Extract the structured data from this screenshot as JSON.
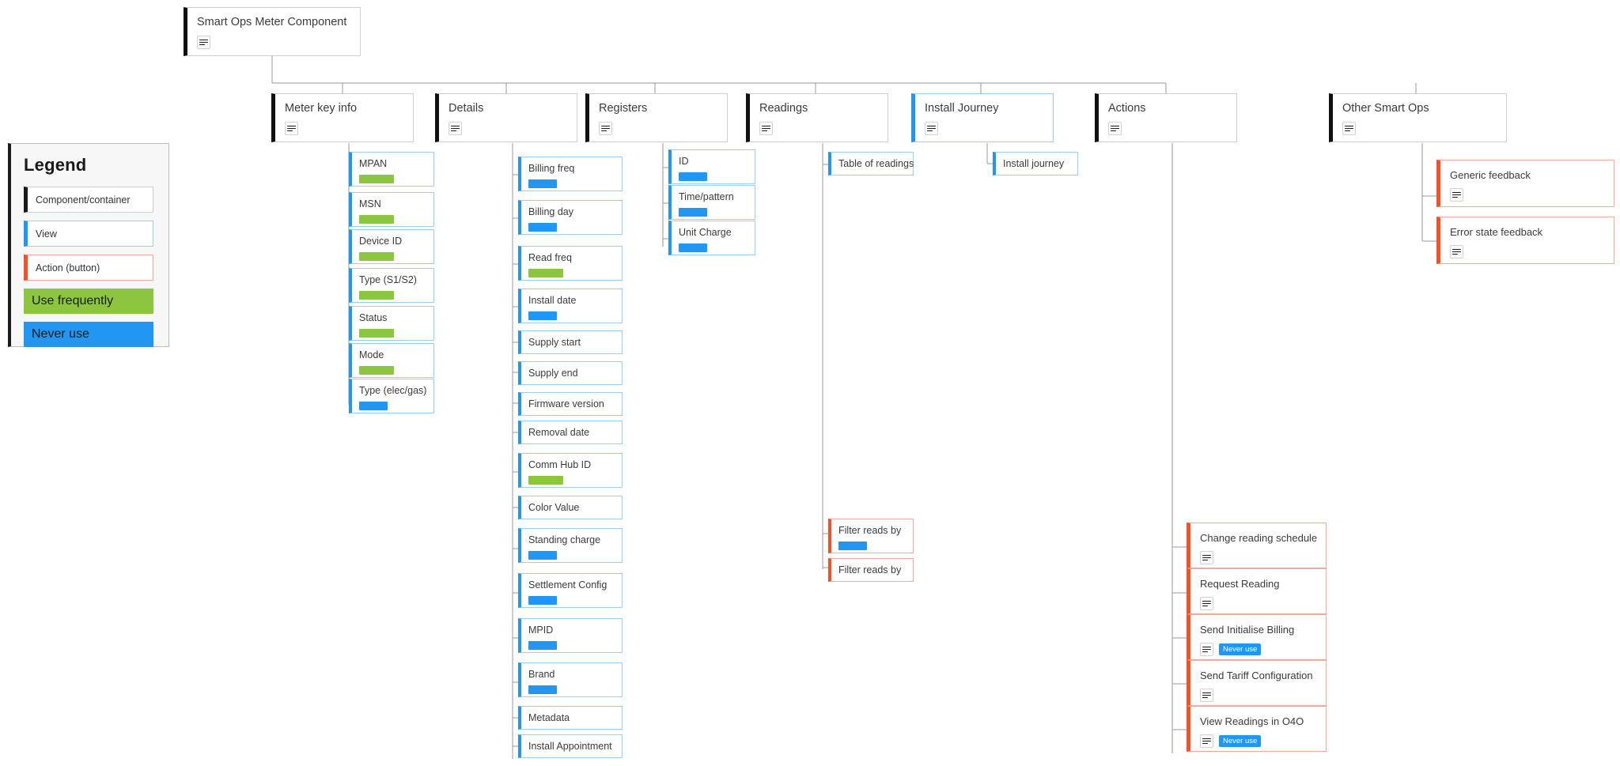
{
  "legend": {
    "title": "Legend",
    "items": [
      {
        "label": "Component/container",
        "style": "component"
      },
      {
        "label": "View",
        "style": "view"
      },
      {
        "label": "Action (button)",
        "style": "action"
      },
      {
        "label": "Use frequently",
        "style": "solid-green"
      },
      {
        "label": "Never use",
        "style": "solid-blue"
      }
    ]
  },
  "icons": {
    "doc": "document-lines-icon"
  },
  "colors": {
    "component_rail": "#101010",
    "view_rail": "#2196f3",
    "action_rail": "#f4502a",
    "use_frequently": "#8cc63e",
    "never_use": "#2196f3",
    "wire": "#9a9a9a"
  },
  "root": {
    "title": "Smart Ops Meter Component",
    "type": "component",
    "has_doc_icon": true
  },
  "branches": [
    {
      "title": "Meter key info",
      "type": "component",
      "has_doc_icon": true,
      "children": [
        {
          "label": "MPAN",
          "type": "view",
          "tag": "green"
        },
        {
          "label": "MSN",
          "type": "view",
          "tag": "green"
        },
        {
          "label": "Device ID",
          "type": "view",
          "tag": "green"
        },
        {
          "label": "Type (S1/S2)",
          "type": "view",
          "tag": "green"
        },
        {
          "label": "Status",
          "type": "view",
          "tag": "green"
        },
        {
          "label": "Mode",
          "type": "view",
          "tag": "green"
        },
        {
          "label": "Type (elec/gas)",
          "type": "view",
          "tag": "blue"
        }
      ]
    },
    {
      "title": "Details",
      "type": "component",
      "has_doc_icon": true,
      "children": [
        {
          "label": "Billing freq",
          "type": "view",
          "tag": "blue"
        },
        {
          "label": "Billing day",
          "type": "view",
          "tag": "blue"
        },
        {
          "label": "Read freq",
          "type": "view",
          "tag": "green"
        },
        {
          "label": "Install date",
          "type": "view",
          "tag": "blue"
        },
        {
          "label": "Supply start",
          "type": "view",
          "tag": null
        },
        {
          "label": "Supply end",
          "type": "view",
          "tag": null
        },
        {
          "label": "Firmware version",
          "type": "view",
          "tag": null
        },
        {
          "label": "Removal date",
          "type": "view",
          "tag": null
        },
        {
          "label": "Comm Hub ID",
          "type": "view",
          "tag": "green"
        },
        {
          "label": "Color Value",
          "type": "view",
          "tag": null
        },
        {
          "label": "Standing charge",
          "type": "view",
          "tag": "blue"
        },
        {
          "label": "Settlement Config",
          "type": "view",
          "tag": "blue"
        },
        {
          "label": "MPID",
          "type": "view",
          "tag": "blue"
        },
        {
          "label": "Brand",
          "type": "view",
          "tag": "blue"
        },
        {
          "label": "Metadata",
          "type": "view",
          "tag": null
        },
        {
          "label": "Install Appointment",
          "type": "view",
          "tag": null
        }
      ]
    },
    {
      "title": "Registers",
      "type": "component",
      "has_doc_icon": true,
      "children": [
        {
          "label": "ID",
          "type": "view",
          "tag": "blue"
        },
        {
          "label": "Time/pattern",
          "type": "view",
          "tag": "blue"
        },
        {
          "label": "Unit Charge",
          "type": "view",
          "tag": "blue"
        }
      ]
    },
    {
      "title": "Readings",
      "type": "component",
      "has_doc_icon": true,
      "children": [
        {
          "label": "Table of readings",
          "type": "view",
          "tag": null
        },
        {
          "label": "Filter reads by",
          "type": "action",
          "tag": "blue"
        },
        {
          "label": "Filter reads by",
          "type": "action",
          "tag": null
        }
      ]
    },
    {
      "title": "Install Journey",
      "type": "view",
      "has_doc_icon": true,
      "children": [
        {
          "label": "Install journey",
          "type": "view",
          "tag": null
        }
      ]
    },
    {
      "title": "Actions",
      "type": "component",
      "has_doc_icon": true,
      "action_children": [
        {
          "label": "Change reading schedule",
          "has_doc_icon": true,
          "chip": null
        },
        {
          "label": "Request Reading",
          "has_doc_icon": true,
          "chip": null
        },
        {
          "label": "Send Initialise Billing",
          "has_doc_icon": true,
          "chip": "Never use"
        },
        {
          "label": "Send Tariff Configuration",
          "has_doc_icon": true,
          "chip": null
        },
        {
          "label": "View Readings in O4O",
          "has_doc_icon": true,
          "chip": "Never use"
        }
      ]
    },
    {
      "title": "Other Smart Ops",
      "type": "component",
      "has_doc_icon": true,
      "action_children": [
        {
          "label": "Generic feedback",
          "has_doc_icon": true,
          "chip": null
        },
        {
          "label": "Error state feedback",
          "has_doc_icon": true,
          "chip": null
        }
      ]
    }
  ]
}
